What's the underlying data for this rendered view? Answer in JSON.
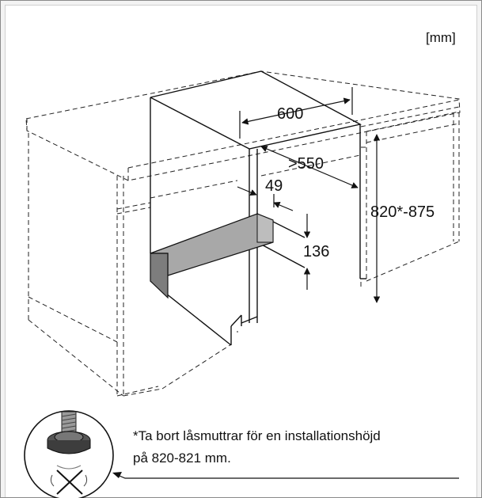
{
  "unit_label": "[mm]",
  "dimensions": {
    "width": "600",
    "depth": ">550",
    "height": "820*-875",
    "plinth_depth": "49",
    "plinth_height": "136"
  },
  "footnote": {
    "line1": "*Ta bort låsmuttrar för en installationshöjd",
    "line2": "på 820-821 mm."
  }
}
